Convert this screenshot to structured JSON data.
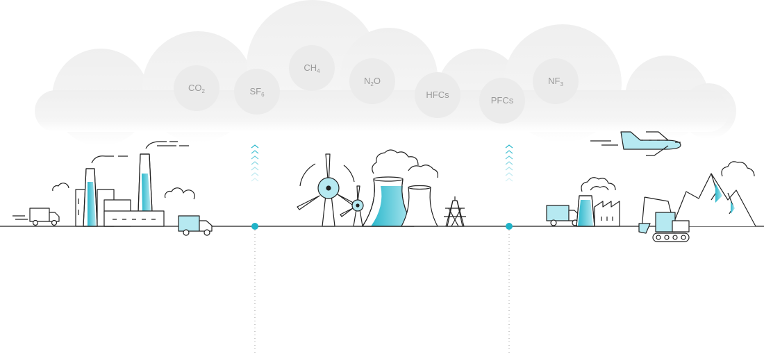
{
  "gases": [
    {
      "base": "CO",
      "sub": "2",
      "suffix": ""
    },
    {
      "base": "SF",
      "sub": "6",
      "suffix": ""
    },
    {
      "base": "CH",
      "sub": "4",
      "suffix": ""
    },
    {
      "base": "N",
      "sub": "2",
      "suffix": "O"
    },
    {
      "base": "HFCs",
      "sub": "",
      "suffix": ""
    },
    {
      "base": "PFCs",
      "sub": "",
      "suffix": ""
    },
    {
      "base": "NF",
      "sub": "3",
      "suffix": ""
    }
  ],
  "colors": {
    "accent": "#2bb8cc",
    "accent_light": "#a9e3ec",
    "cloud": "#f1f1f1",
    "gas_bubble": "#ebebeb",
    "gas_text": "#9a9a9a",
    "line": "#222222"
  },
  "icons": [
    "cloud-shape",
    "truck-icon",
    "factory-icon",
    "wind-turbine-icon",
    "cooling-tower-icon",
    "power-pylon-icon",
    "airplane-icon",
    "excavator-icon",
    "mountains-icon",
    "chevron-up-icon"
  ]
}
